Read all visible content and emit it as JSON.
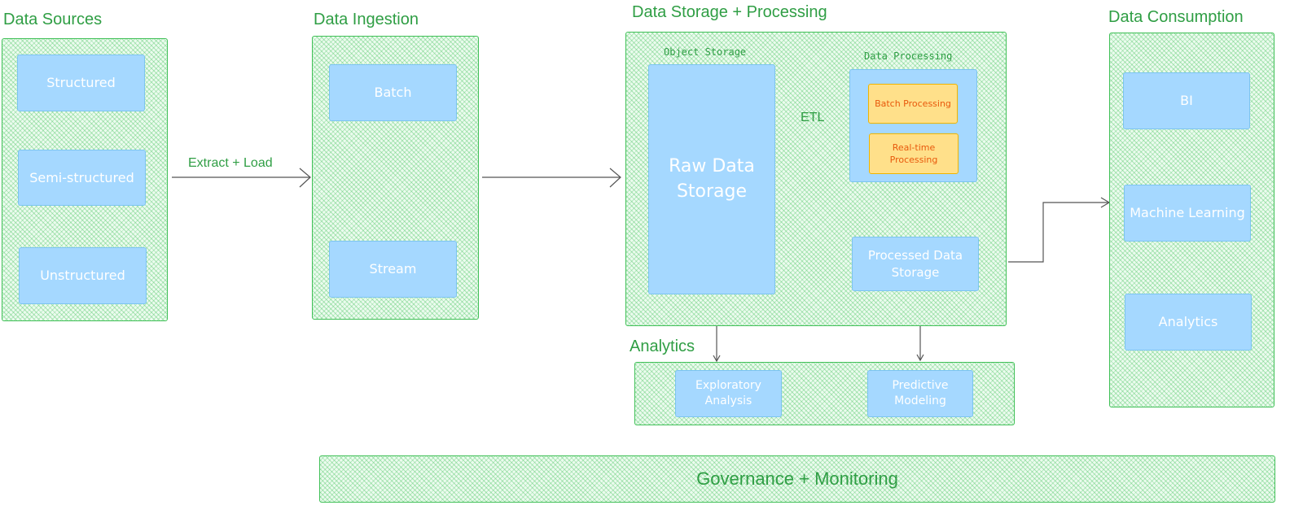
{
  "sections": {
    "sources": {
      "title": "Data Sources",
      "items": [
        "Structured",
        "Semi-structured",
        "Unstructured"
      ]
    },
    "ingestion": {
      "title": "Data Ingestion",
      "items": [
        "Batch",
        "Stream"
      ]
    },
    "storage": {
      "title": "Data Storage + Processing",
      "object_storage_label": "Object Storage",
      "raw_storage": "Raw Data Storage",
      "processing_label": "Data Processing",
      "batch_processing": "Batch Processing",
      "realtime_processing": "Real-time Processing",
      "processed_storage": "Processed Data Storage"
    },
    "analytics": {
      "title": "Analytics",
      "items": [
        "Exploratory Analysis",
        "Predictive Modeling"
      ]
    },
    "consumption": {
      "title": "Data Consumption",
      "items": [
        "BI",
        "Machine Learning",
        "Analytics"
      ]
    },
    "governance": {
      "title": "Governance + Monitoring"
    }
  },
  "edge_labels": {
    "extract_load": "Extract + Load",
    "etl": "ETL"
  },
  "colors": {
    "section_fill": "#ebfbee",
    "section_stroke": "#40c057",
    "title": "#2f9e44",
    "box_fill": "#a5d8ff",
    "box_text": "#ffffff",
    "processing_fill": "#ffe08a",
    "processing_text": "#e8590c",
    "arrow": "#444444"
  }
}
